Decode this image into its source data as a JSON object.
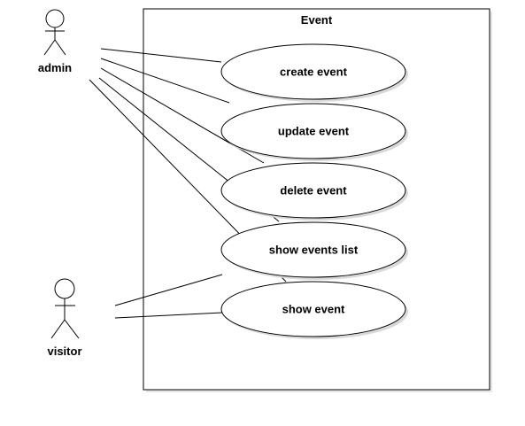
{
  "diagram": {
    "system": {
      "title": "Event"
    },
    "actors": [
      {
        "id": "admin",
        "label": "admin"
      },
      {
        "id": "visitor",
        "label": "visitor"
      }
    ],
    "use_cases": [
      {
        "id": "create_event",
        "label": "create event"
      },
      {
        "id": "update_event",
        "label": "update event"
      },
      {
        "id": "delete_event",
        "label": "delete event"
      },
      {
        "id": "show_events_list",
        "label": "show events list"
      },
      {
        "id": "show_event",
        "label": "show event"
      }
    ],
    "associations": [
      {
        "actor": "admin",
        "use_case": "create_event"
      },
      {
        "actor": "admin",
        "use_case": "update_event"
      },
      {
        "actor": "admin",
        "use_case": "delete_event"
      },
      {
        "actor": "admin",
        "use_case": "show_events_list"
      },
      {
        "actor": "admin",
        "use_case": "show_event"
      },
      {
        "actor": "visitor",
        "use_case": "show_events_list"
      },
      {
        "actor": "visitor",
        "use_case": "show_event"
      }
    ],
    "colors": {
      "line": "#000000",
      "fill": "#ffffff",
      "shadow": "#d9d9d9",
      "text": "#000000"
    }
  }
}
